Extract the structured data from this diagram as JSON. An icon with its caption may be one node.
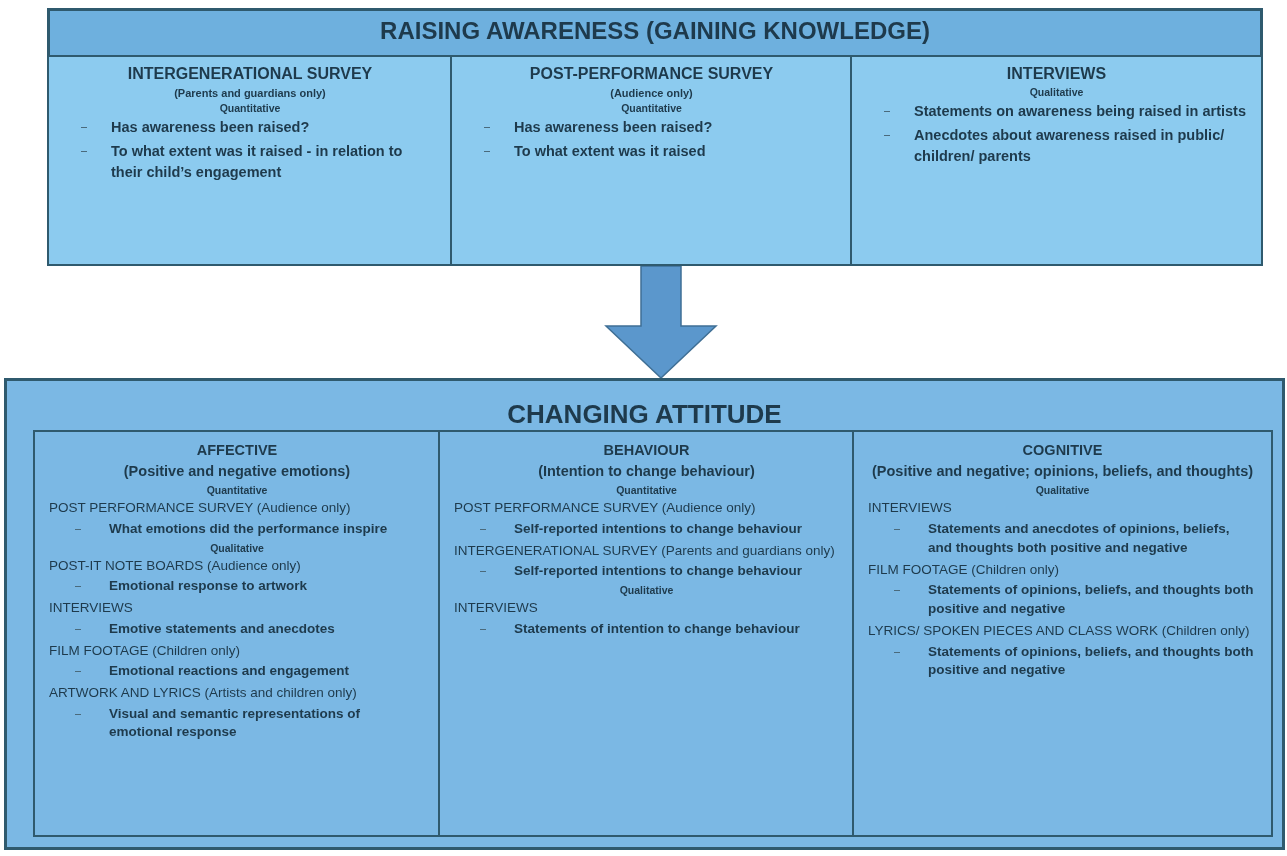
{
  "diagram": {
    "nodes": [
      {
        "text": [
          "RAISING AWARENESS (GAINING KNOWLEDGE)"
        ]
      },
      {
        "text": [
          "INTERGENERATIONAL SURVEY",
          "(Parents and guardians only)",
          "Quantitative",
          "Has awareness been raised?",
          "To what extent was it raised - in relation to their child’s engagement"
        ],
        "in": 0
      },
      {
        "text": [
          "POST-PERFORMANCE SURVEY",
          "(Audience only)",
          "Quantitative",
          "Has awareness been raised?",
          "To what extent was it raised"
        ],
        "in": 0
      },
      {
        "text": [
          "INTERVIEWS",
          "Qualitative",
          "Statements on awareness being raised in artists",
          "Anecdotes about awareness raised in public/ children/ parents"
        ],
        "in": 0
      },
      {
        "text": [
          "CHANGING ATTITUDE"
        ]
      },
      {
        "text": [
          "AFFECTIVE",
          "(Positive and negative emotions)",
          "Quantitative",
          "POST PERFORMANCE SURVEY (Audience only)",
          "What emotions did the performance inspire",
          "Qualitative",
          "POST-IT NOTE BOARDS (Audience only)",
          "Emotional response to artwork",
          "INTERVIEWS",
          "Emotive statements and anecdotes",
          "FILM FOOTAGE (Children only)",
          "Emotional reactions and engagement",
          "ARTWORK AND LYRICS (Artists and children only)",
          "Visual and semantic representations of emotional response"
        ],
        "in": 4
      },
      {
        "text": [
          "BEHAVIOUR",
          "(Intention to change behaviour)",
          "Quantitative",
          "POST PERFORMANCE SURVEY (Audience only)",
          "Self-reported intentions to change behaviour",
          "INTERGENERATIONAL SURVEY (Parents and guardians only)",
          "Self-reported intentions to change behaviour",
          "Qualitative",
          "INTERVIEWS",
          "Statements of intention to change behaviour"
        ],
        "in": 4
      },
      {
        "text": [
          "COGNITIVE",
          "(Positive and negative; opinions, beliefs, and thoughts)",
          "Qualitative",
          "INTERVIEWS",
          "Statements and anecdotes of opinions, beliefs, and thoughts both positive and negative",
          "FILM FOOTAGE (Children only)",
          "Statements of opinions, beliefs, and thoughts both positive and negative",
          "LYRICS/ SPOKEN PIECES AND CLASS WORK (Children only)",
          "Statements of opinions, beliefs, and thoughts both positive and negative"
        ],
        "in": 4
      }
    ],
    "edges": [
      {
        "from": 0,
        "to": 4,
        "arrow": "to",
        "style": "thick"
      }
    ]
  }
}
